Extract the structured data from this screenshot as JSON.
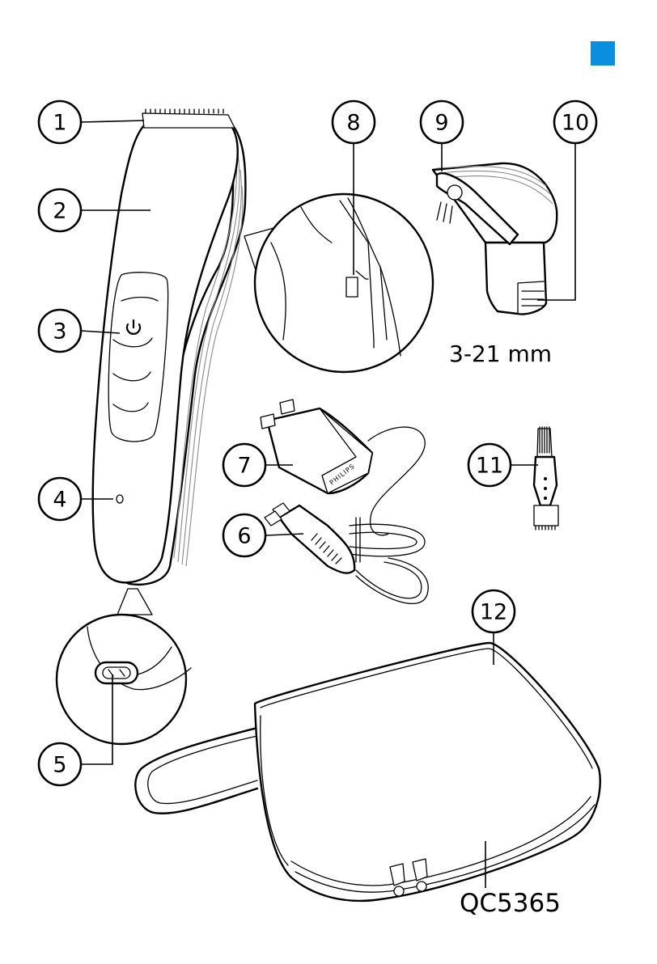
{
  "page": {
    "language_marker_color": "#0a8fe0"
  },
  "callouts": [
    {
      "number": "1",
      "part": "cutting-element"
    },
    {
      "number": "2",
      "part": "appliance-body"
    },
    {
      "number": "3",
      "part": "on-off-and-length-buttons"
    },
    {
      "number": "4",
      "part": "indicator-light"
    },
    {
      "number": "5",
      "part": "socket-for-small-plug"
    },
    {
      "number": "6",
      "part": "small-plug"
    },
    {
      "number": "7",
      "part": "adapter"
    },
    {
      "number": "8",
      "part": "length-setting-window"
    },
    {
      "number": "9",
      "part": "comb"
    },
    {
      "number": "10",
      "part": "comb-length-setting"
    },
    {
      "number": "11",
      "part": "cleaning-brush"
    },
    {
      "number": "12",
      "part": "pouch"
    }
  ],
  "labels": {
    "comb_range": "3-21 mm",
    "model": "QC5365",
    "adapter_brand": "PHILIPS"
  }
}
